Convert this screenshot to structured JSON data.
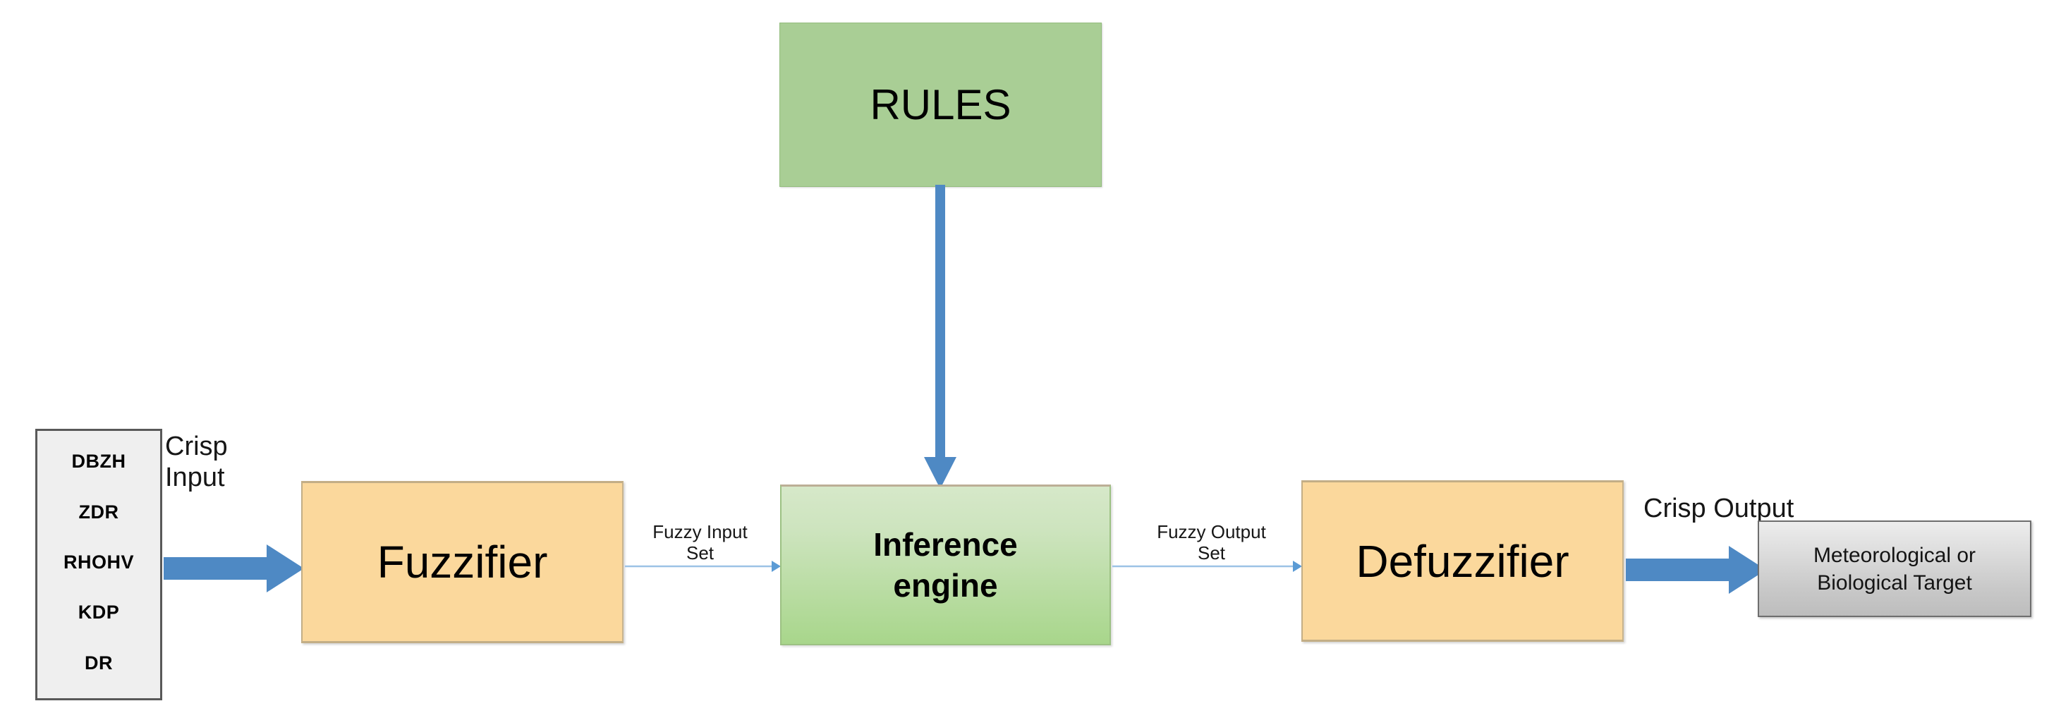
{
  "diagram": {
    "title": "Fuzzy logic inference system block diagram",
    "colors": {
      "rules_fill": "#A9CE95",
      "fuzzifier_fill": "#FBD89C",
      "inference_fill_top": "#D6E8C9",
      "inference_fill_bottom": "#A8D68B",
      "defuzzifier_fill": "#FBD89C",
      "target_fill_top": "#EDEDED",
      "target_fill_bottom": "#BDBDBD",
      "input_box_fill": "#EFEFEF",
      "arrow_blue": "#4E89C4",
      "thin_line_blue": "#9DC3E6",
      "text": "#000000"
    },
    "input_box": {
      "name": "radar-input-variables",
      "variables": [
        {
          "label": "DBZH"
        },
        {
          "label": "ZDR"
        },
        {
          "label": "RHOHV"
        },
        {
          "label": "KDP"
        },
        {
          "label": "DR"
        }
      ]
    },
    "nodes": {
      "rules": {
        "label": "RULES"
      },
      "fuzzifier": {
        "label": "Fuzzifier"
      },
      "inference": {
        "label_line1": "Inference",
        "label_line2": "engine"
      },
      "defuzzifier": {
        "label": "Defuzzifier"
      },
      "target": {
        "label_line1": "Meteorological or",
        "label_line2": "Biological Target"
      }
    },
    "edge_labels": {
      "crisp_input": "Crisp\nInput",
      "fuzzy_input_set": "Fuzzy Input\nSet",
      "fuzzy_output_set": "Fuzzy Output\nSet",
      "crisp_output": "Crisp Output"
    }
  }
}
